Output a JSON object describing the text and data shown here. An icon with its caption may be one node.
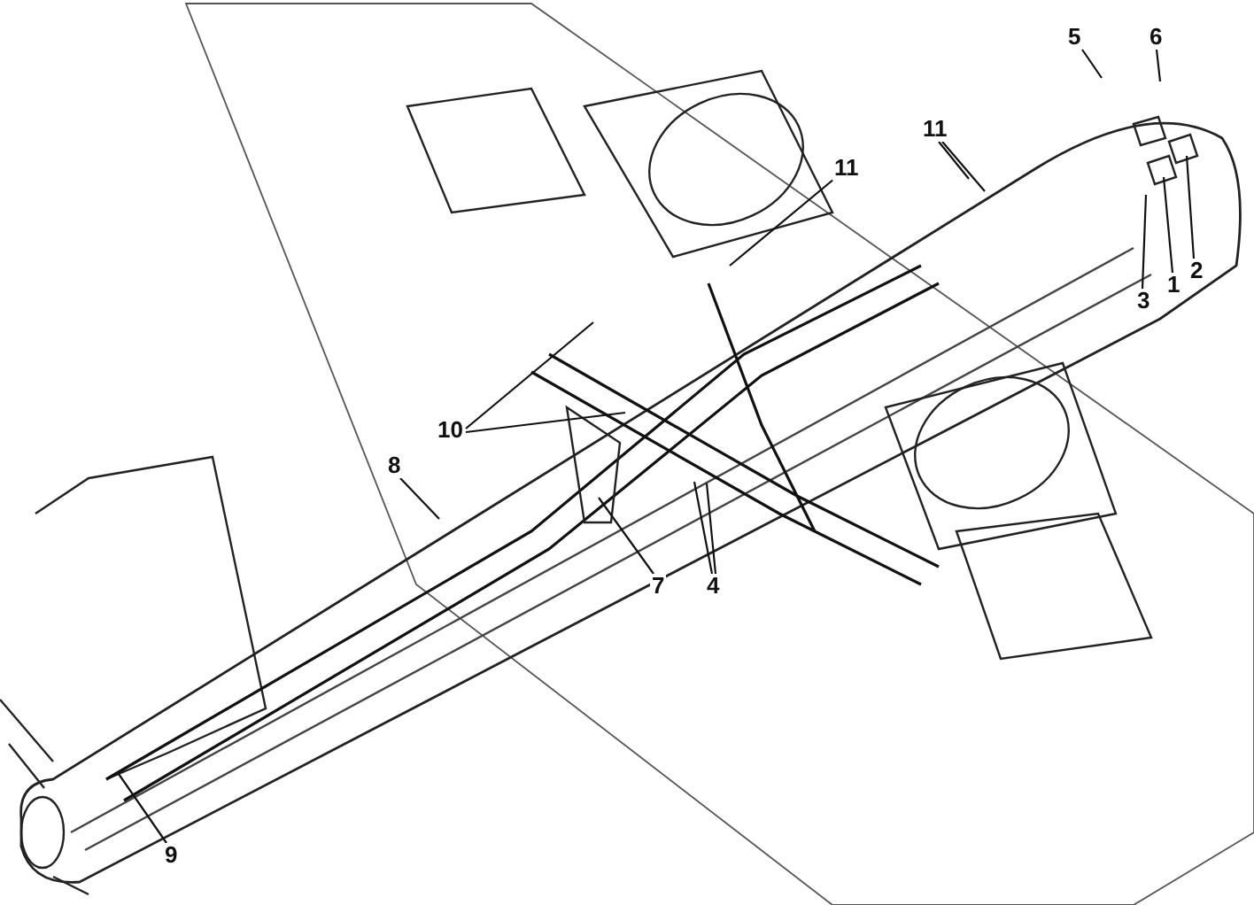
{
  "diagram": {
    "nodes": [
      {
        "text": [
          "5"
        ]
      },
      {
        "text": [
          "6"
        ]
      },
      {
        "text": [
          "11"
        ]
      },
      {
        "text": [
          "11"
        ]
      },
      {
        "text": [
          "1"
        ]
      },
      {
        "text": [
          "2"
        ]
      },
      {
        "text": [
          "3"
        ]
      },
      {
        "text": [
          "10"
        ]
      },
      {
        "text": [
          "8"
        ]
      },
      {
        "text": [
          "4"
        ]
      },
      {
        "text": [
          "7"
        ]
      },
      {
        "text": [
          "9"
        ]
      }
    ],
    "edges": [
      {
        "from": 0,
        "to": null,
        "arrow": "none"
      },
      {
        "from": 1,
        "to": null,
        "arrow": "none"
      },
      {
        "from": 2,
        "to": null,
        "arrow": "none"
      },
      {
        "from": 2,
        "to": null,
        "arrow": "none"
      },
      {
        "from": 3,
        "to": null,
        "arrow": "none"
      },
      {
        "from": 4,
        "to": null,
        "arrow": "none"
      },
      {
        "from": 5,
        "to": null,
        "arrow": "none"
      },
      {
        "from": 6,
        "to": null,
        "arrow": "none"
      },
      {
        "from": 7,
        "to": null,
        "arrow": "none"
      },
      {
        "from": 7,
        "to": null,
        "arrow": "none"
      },
      {
        "from": 8,
        "to": null,
        "arrow": "none"
      },
      {
        "from": 9,
        "to": null,
        "arrow": "none"
      },
      {
        "from": 9,
        "to": null,
        "arrow": "none"
      },
      {
        "from": 10,
        "to": null,
        "arrow": "none"
      },
      {
        "from": 11,
        "to": null,
        "arrow": "none"
      }
    ]
  }
}
